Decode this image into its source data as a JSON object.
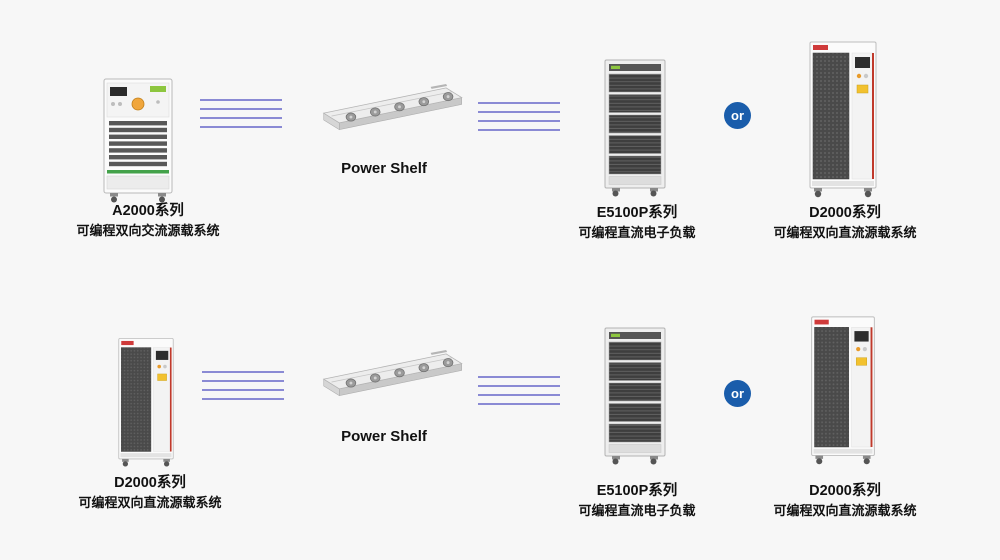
{
  "colors": {
    "background": "#f7f7f7",
    "connector_line": "#8a8ad4",
    "or_badge_bg": "#1a5dab",
    "or_badge_text": "#ffffff",
    "text": "#111111"
  },
  "rows": [
    {
      "source": {
        "title": "A2000系列",
        "subtitle": "可编程双向交流源载系统"
      },
      "shelf": {
        "label": "Power Shelf"
      },
      "or_label": "or",
      "load_primary": {
        "title": "E5100P系列",
        "subtitle": "可编程直流电子负载"
      },
      "load_alternate": {
        "title": "D2000系列",
        "subtitle": "可编程双向直流源载系统"
      }
    },
    {
      "source": {
        "title": "D2000系列",
        "subtitle": "可编程双向直流源载系统"
      },
      "shelf": {
        "label": "Power Shelf"
      },
      "or_label": "or",
      "load_primary": {
        "title": "E5100P系列",
        "subtitle": "可编程直流电子负载"
      },
      "load_alternate": {
        "title": "D2000系列",
        "subtitle": "可编程双向直流源载系统"
      }
    }
  ]
}
